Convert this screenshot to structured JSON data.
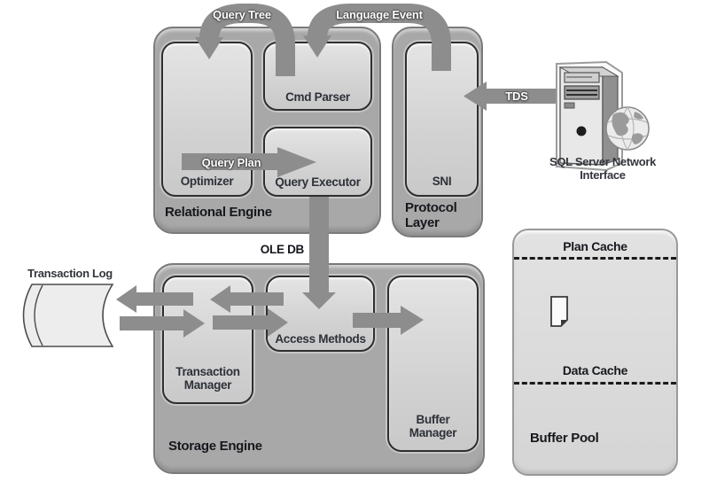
{
  "title": "SQL Server engine architecture diagram",
  "colors": {
    "background": "#ffffff",
    "container_fill": "#a8a8a8",
    "inner_box_fill": "#d9d9d9",
    "arrow": "#8d8d8d",
    "dark_text": "#16181d",
    "arrow_label_text": "#ffffff"
  },
  "relational_engine": {
    "label": "Relational Engine",
    "optimizer": "Optimizer",
    "cmd_parser": "Cmd Parser",
    "query_executor": "Query Executor"
  },
  "protocol_layer": {
    "label": "Protocol Layer",
    "sni": "SNI"
  },
  "storage_engine": {
    "label": "Storage Engine",
    "transaction_manager": "Transaction Manager",
    "access_methods": "Access Methods",
    "buffer_manager": "Buffer Manager"
  },
  "buffer_pool": {
    "label": "Buffer Pool",
    "plan_cache": "Plan Cache",
    "data_cache": "Data Cache"
  },
  "transaction_log": {
    "label": "Transaction Log"
  },
  "network_interface": {
    "label": "SQL Server Network Interface"
  },
  "flows": {
    "query_tree": "Query Tree",
    "language_event": "Language Event",
    "tds": "TDS",
    "query_plan": "Query Plan",
    "ole_db": "OLE DB"
  },
  "icons": {
    "server": "server-tower-icon",
    "globe": "globe-icon",
    "document": "document-icon",
    "cylinder": "transaction-log-cylinder-icon"
  }
}
